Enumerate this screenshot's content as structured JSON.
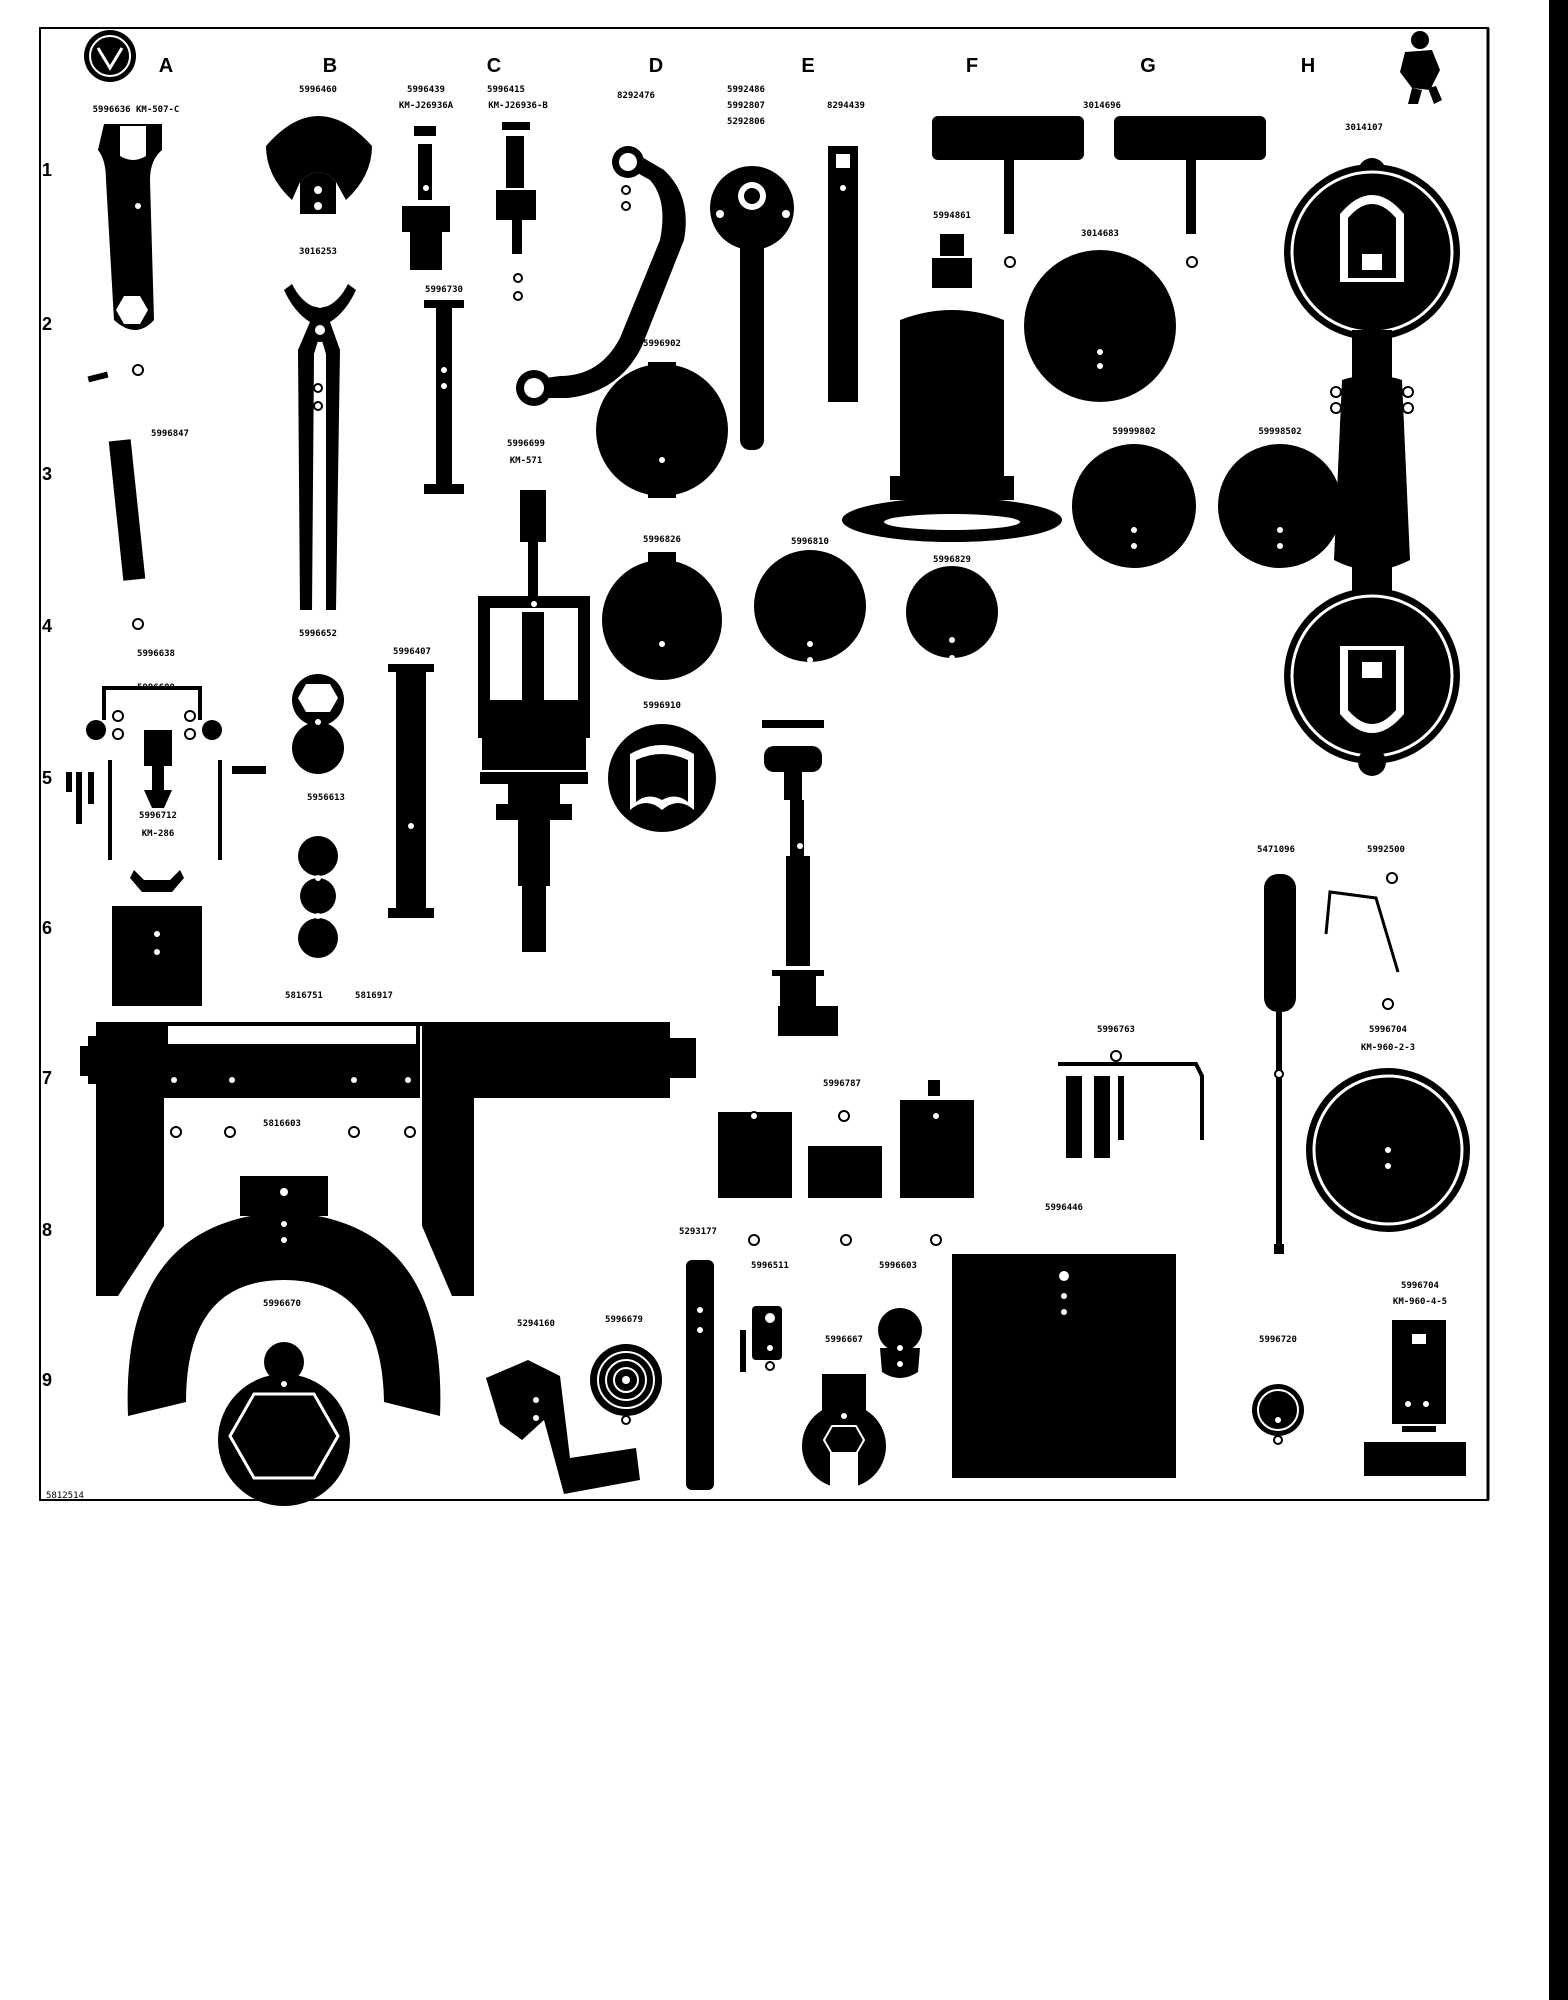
{
  "board": {
    "columns": [
      "A",
      "B",
      "C",
      "D",
      "E",
      "F",
      "G",
      "H"
    ],
    "rows": [
      "1",
      "2",
      "3",
      "4",
      "5",
      "6",
      "7",
      "8",
      "9"
    ],
    "doc_number": "5812514",
    "colors": {
      "ink": "#000000",
      "paper": "#ffffff"
    }
  },
  "parts": [
    {
      "id": "p01",
      "label": "5996636  KM-507-C"
    },
    {
      "id": "p02",
      "label": "5996460"
    },
    {
      "id": "p03",
      "label": "5996439"
    },
    {
      "id": "p04",
      "label": "KM-J26936A"
    },
    {
      "id": "p05",
      "label": "5996415"
    },
    {
      "id": "p06",
      "label": "KM-J26936-B"
    },
    {
      "id": "p07",
      "label": "8292476"
    },
    {
      "id": "p08",
      "label": "5992486"
    },
    {
      "id": "p09",
      "label": "5992807"
    },
    {
      "id": "p10",
      "label": "5292806"
    },
    {
      "id": "p11",
      "label": "8294439"
    },
    {
      "id": "p12",
      "label": "3014696"
    },
    {
      "id": "p13",
      "label": "3014107"
    },
    {
      "id": "p14",
      "label": "3016253"
    },
    {
      "id": "p15",
      "label": "5996730"
    },
    {
      "id": "p16",
      "label": "5994861"
    },
    {
      "id": "p17",
      "label": "3014683"
    },
    {
      "id": "p18",
      "label": "5996902"
    },
    {
      "id": "p19",
      "label": "5996847"
    },
    {
      "id": "p20",
      "label": "5996699"
    },
    {
      "id": "p21",
      "label": "KM-571"
    },
    {
      "id": "p22",
      "label": "59999802"
    },
    {
      "id": "p23",
      "label": "59998502"
    },
    {
      "id": "p24",
      "label": "5996826"
    },
    {
      "id": "p25",
      "label": "5996810"
    },
    {
      "id": "p26",
      "label": "5996829"
    },
    {
      "id": "p27",
      "label": "5996638"
    },
    {
      "id": "p28",
      "label": "5996652"
    },
    {
      "id": "p29",
      "label": "5996407"
    },
    {
      "id": "p30",
      "label": "5996600"
    },
    {
      "id": "p31",
      "label": "5996910"
    },
    {
      "id": "p32",
      "label": "5996712"
    },
    {
      "id": "p33",
      "label": "KM-286"
    },
    {
      "id": "p34",
      "label": "5956613"
    },
    {
      "id": "p35",
      "label": "5471096"
    },
    {
      "id": "p36",
      "label": "5992500"
    },
    {
      "id": "p37",
      "label": "5816751"
    },
    {
      "id": "p38",
      "label": "5816917"
    },
    {
      "id": "p39",
      "label": "5996763"
    },
    {
      "id": "p40",
      "label": "5996704"
    },
    {
      "id": "p41",
      "label": "KM-960-2-3"
    },
    {
      "id": "p42",
      "label": "5996787"
    },
    {
      "id": "p43",
      "label": "5816603"
    },
    {
      "id": "p44",
      "label": "5996446"
    },
    {
      "id": "p45",
      "label": "5293177"
    },
    {
      "id": "p46",
      "label": "5996511"
    },
    {
      "id": "p47",
      "label": "5996603"
    },
    {
      "id": "p48",
      "label": "5996670"
    },
    {
      "id": "p49",
      "label": "5294160"
    },
    {
      "id": "p50",
      "label": "5996679"
    },
    {
      "id": "p51",
      "label": "5996667"
    },
    {
      "id": "p52",
      "label": "5996720"
    },
    {
      "id": "p53",
      "label": "5996704"
    },
    {
      "id": "p54",
      "label": "KM-960-4-5"
    }
  ]
}
